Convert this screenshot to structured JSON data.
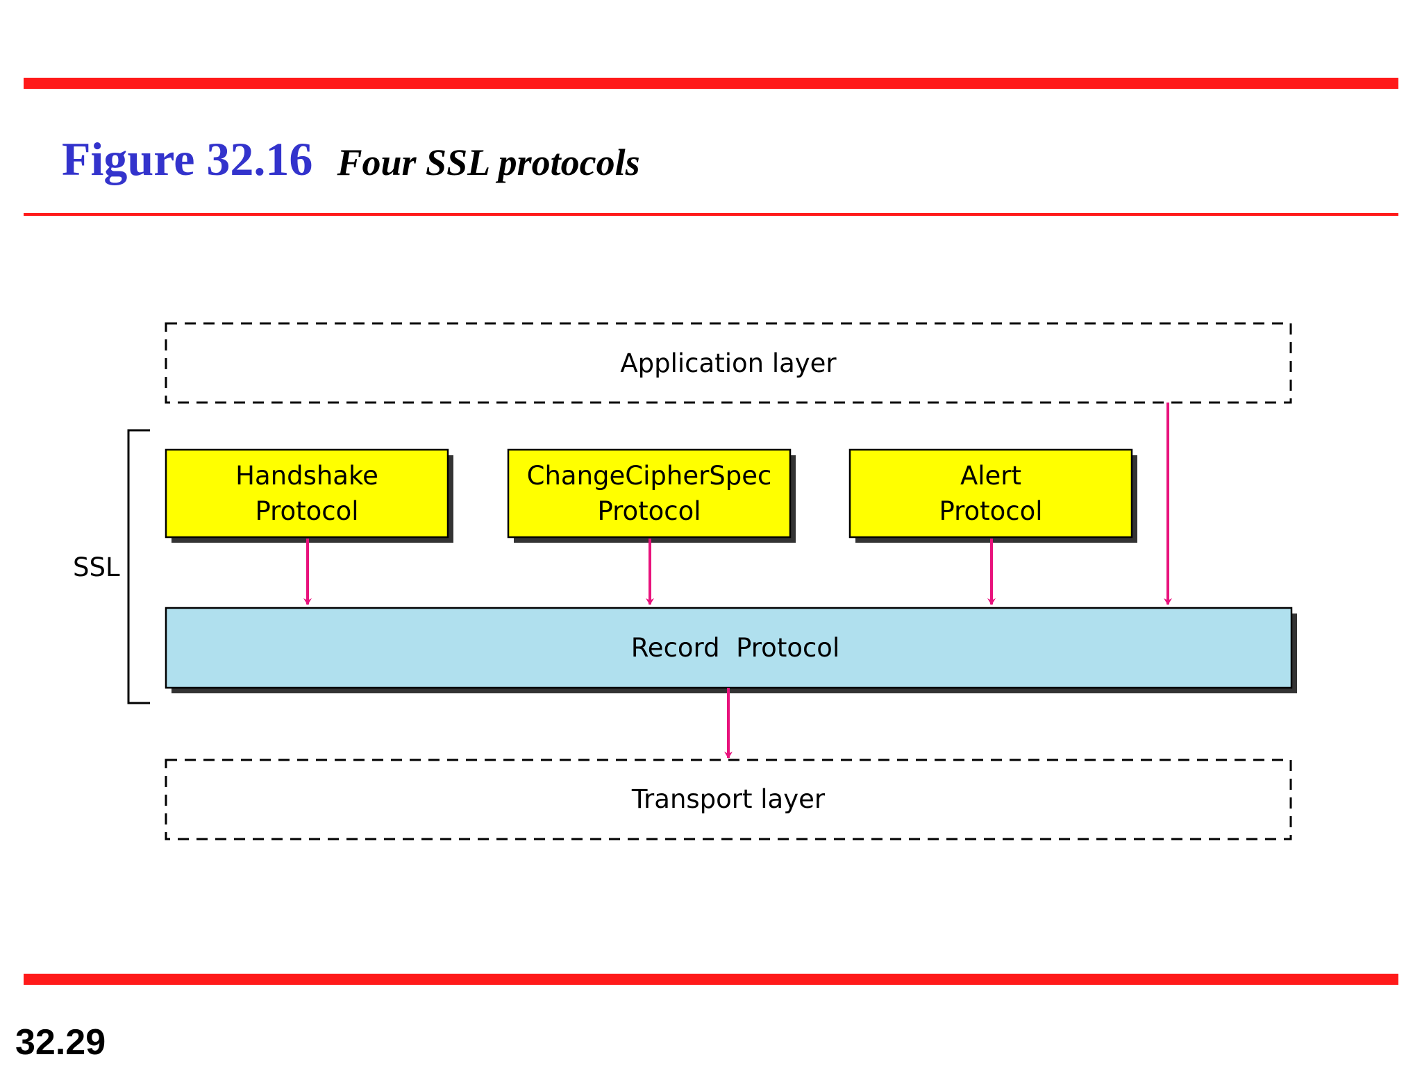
{
  "slide": {
    "figure_number": "Figure 32.16",
    "figure_caption": "Four SSL protocols",
    "slide_number": "32.29"
  },
  "colors": {
    "rule": "#ff1a1a",
    "figure_number": "#3333cc",
    "protocol_box": "#ffff00",
    "record_box": "#b0e0ee",
    "arrow": "#e8127c"
  },
  "diagram": {
    "application_layer": "Application layer",
    "transport_layer": "Transport layer",
    "ssl_label": "SSL",
    "record_protocol": "Record  Protocol",
    "protocols": [
      {
        "line1": "Handshake",
        "line2": "Protocol"
      },
      {
        "line1": "ChangeCipherSpec",
        "line2": "Protocol"
      },
      {
        "line1": "Alert",
        "line2": "Protocol"
      }
    ]
  }
}
